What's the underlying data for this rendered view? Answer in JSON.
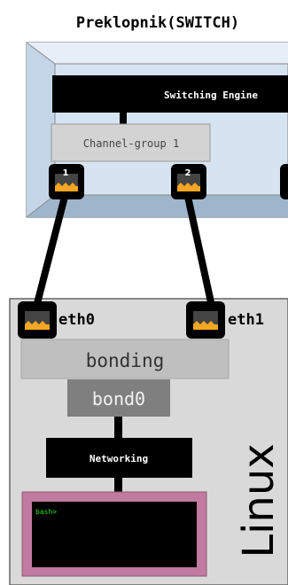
{
  "title": "Preklopnik(SWITCH)",
  "switch": {
    "engine_label": "Switching Engine",
    "channel_group_label": "Channel-group 1",
    "ports": [
      "1",
      "2"
    ]
  },
  "linux": {
    "label": "Linux",
    "nics": [
      "eth0",
      "eth1"
    ],
    "bonding_label": "bonding",
    "bond_label": "bond0",
    "networking_label": "Networking",
    "terminal_prompt": "bash>"
  },
  "colors": {
    "switch_fill": "#d6e4f2",
    "switch_bevel": "#b7cbe0",
    "linux_fill": "#d9d9d9",
    "engine_fill": "#000000",
    "channel_group_fill": "#d3d3d3",
    "bonding_fill": "#bfbfbf",
    "bond0_fill": "#7f7f7f",
    "terminal_frame": "#c27ba0",
    "terminal_text": "#22dd22",
    "port_led": "#f5a623"
  }
}
